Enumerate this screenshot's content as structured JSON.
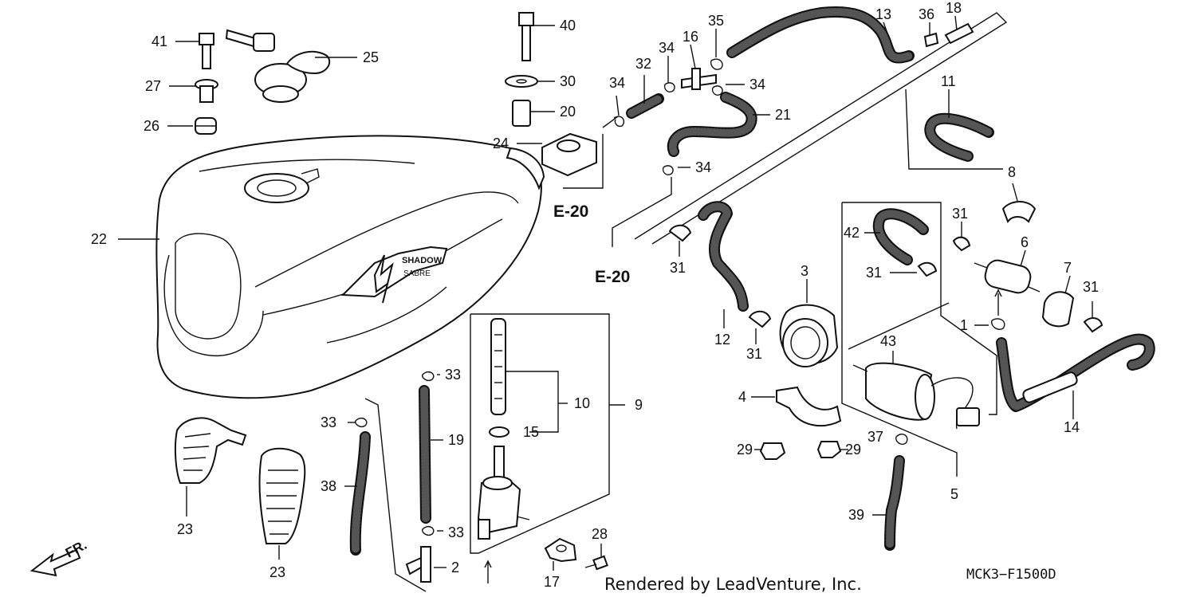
{
  "labels": {
    "p41": "41",
    "p25": "25",
    "p27": "27",
    "p26": "26",
    "p22": "22",
    "p40": "40",
    "p30": "30",
    "p20": "20",
    "p24": "24",
    "p34a": "34",
    "p32": "32",
    "p34b": "34",
    "p16": "16",
    "p35": "35",
    "p34c": "34",
    "p21": "21",
    "p34d": "34",
    "p13": "13",
    "p36": "36",
    "p18": "18",
    "p11": "11",
    "p8": "8",
    "p31a": "31",
    "p42": "42",
    "p31b": "31",
    "p6": "6",
    "p7": "7",
    "p31c": "31",
    "p1": "1",
    "p14": "14",
    "p3": "3",
    "p12": "12",
    "p31d": "31",
    "p31e": "31",
    "p43": "43",
    "p4": "4",
    "p29a": "29",
    "p29b": "29",
    "p37": "37",
    "p5": "5",
    "p39": "39",
    "p33a": "33",
    "p33b": "33",
    "p33c": "33",
    "p10": "10",
    "p9": "9",
    "p19": "19",
    "p15": "15",
    "p38": "38",
    "p23a": "23",
    "p23b": "23",
    "p2": "2",
    "p17": "17",
    "p28": "28"
  },
  "refs": {
    "e20a": "E-20",
    "e20b": "E-20"
  },
  "tank_badge": {
    "brand": "SHADOW",
    "model": "SABRE"
  },
  "direction": {
    "label": "FR."
  },
  "footer": {
    "credit": "Rendered by LeadVenture, Inc.",
    "code": "MCK3−F1500D"
  }
}
